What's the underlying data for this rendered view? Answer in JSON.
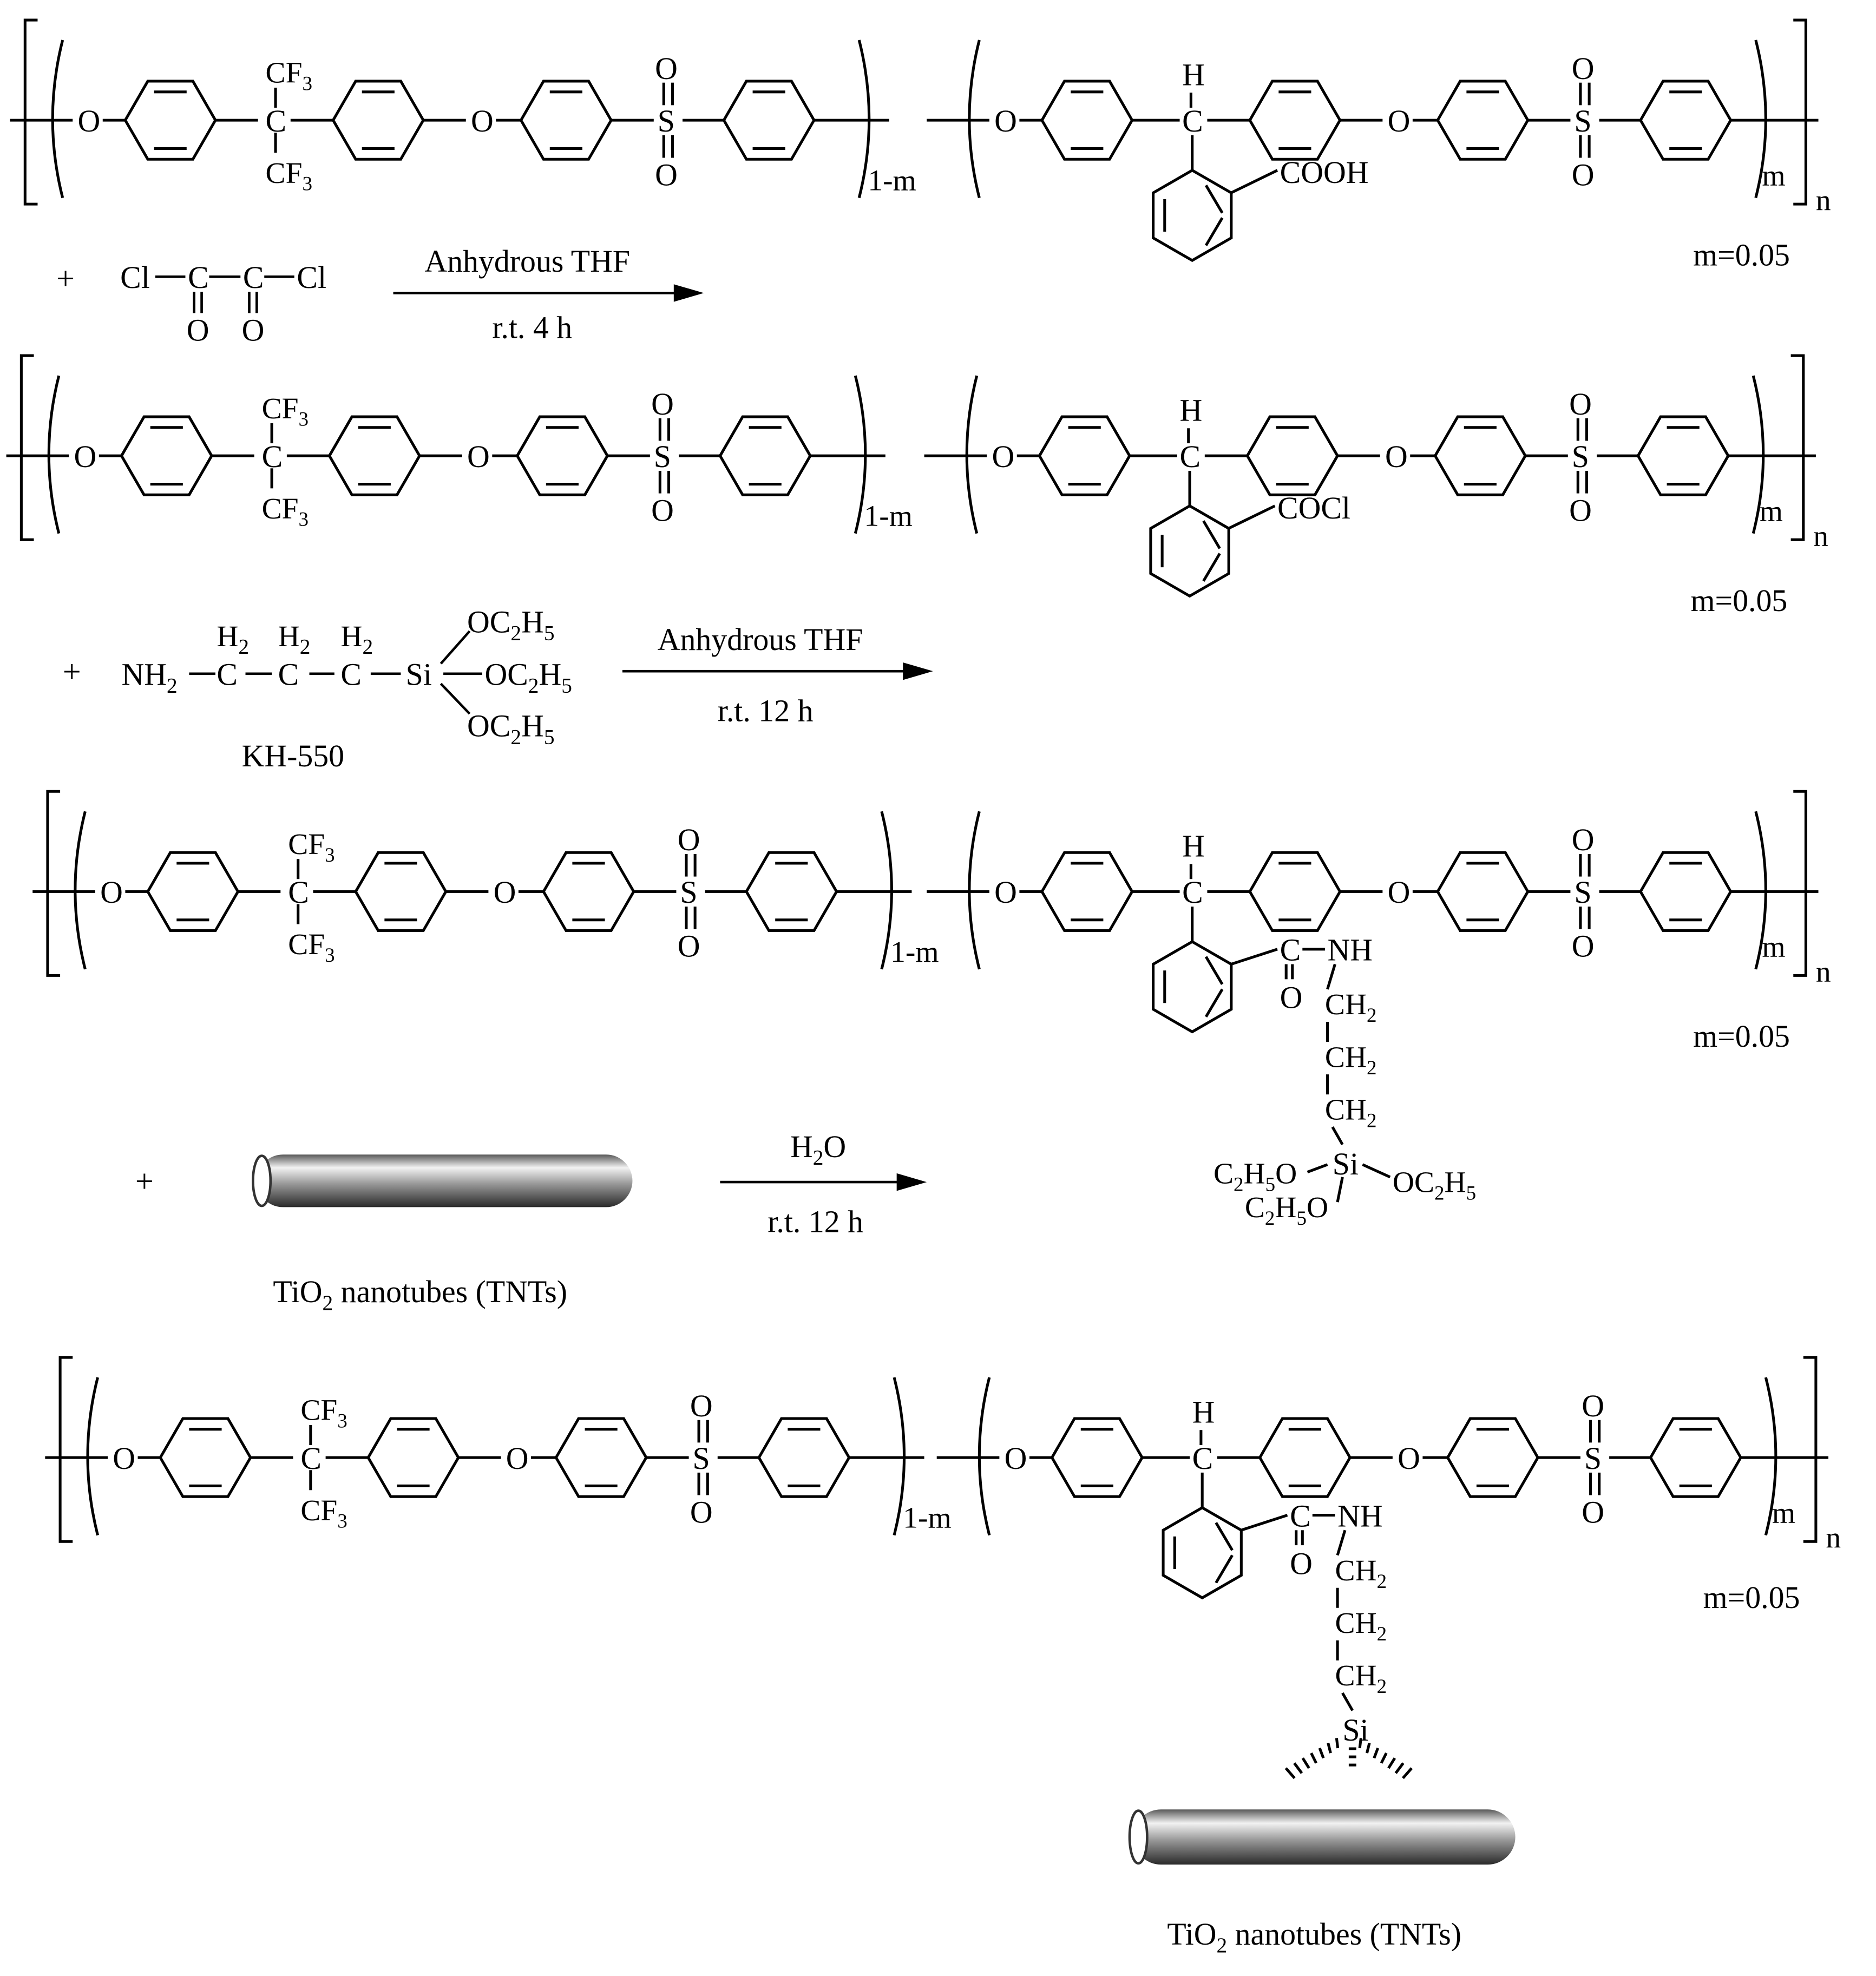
{
  "colors": {
    "ink": "#000000",
    "background": "#ffffff",
    "tube_dark": "#3a3a3a",
    "tube_light": "#f2f2f2"
  },
  "atoms": {
    "O": "O",
    "S": "S",
    "C": "C",
    "H": "H",
    "Si": "Si",
    "CF3": "CF",
    "three": "3",
    "COOH": "COOH",
    "COCl": "COCl",
    "NH": "NH",
    "CH": "CH",
    "two": "2",
    "five": "5",
    "Cl": "Cl",
    "C2H5O_left": "C",
    "H5O": "H",
    "OC": "OC",
    "Hsub": "H"
  },
  "units": {
    "repeat_a": "1-m",
    "repeat_b": "m",
    "polymer": "n",
    "m_value": "m=0.05"
  },
  "reagents": {
    "plus": "+",
    "oxalyl_Cl": "Cl",
    "oxalyl_C": "C",
    "oxalyl_O": "O",
    "kh550_NH": "NH",
    "kh550_C": "C",
    "kh550_H": "H",
    "kh550_Si": "Si",
    "kh550_label": "KH-550",
    "tnt_label_pre": "TiO",
    "tnt_label_post": " nanotubes (TNTs)"
  },
  "arrows": [
    {
      "top": "Anhydrous THF",
      "bottom": "r.t. 4 h"
    },
    {
      "top": "Anhydrous THF",
      "bottom": "r.t. 12 h"
    },
    {
      "top_pre": "H",
      "top_sub": "2",
      "top_post": "O",
      "bottom": "r.t. 12 h"
    }
  ]
}
